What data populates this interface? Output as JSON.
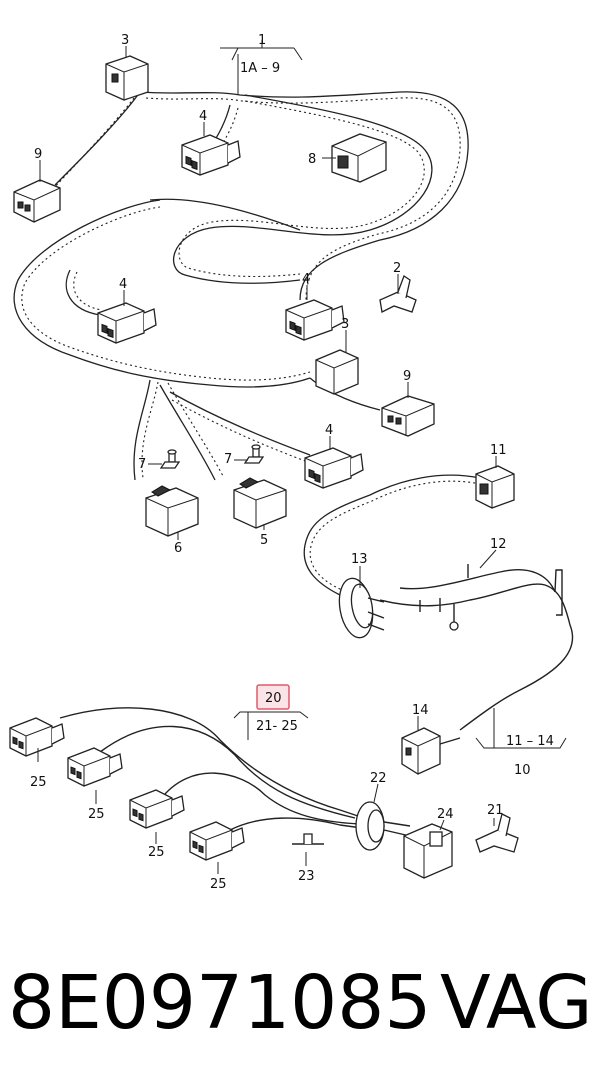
{
  "diagram": {
    "labels": {
      "l1": "1",
      "l1a9": "1A – 9",
      "l3a": "3",
      "l3b": "3",
      "l4a": "4",
      "l4b": "4",
      "l4c": "4",
      "l4d": "4",
      "l8": "8",
      "l9a": "9",
      "l9b": "9",
      "l2": "2",
      "l7a": "7",
      "l7b": "7",
      "l6": "6",
      "l5": "5",
      "l11": "11",
      "l12": "12",
      "l13": "13",
      "l14": "14",
      "l1114": "11 – 14",
      "l10": "10",
      "l20": "20",
      "l2125": "21- 25",
      "l25a": "25",
      "l25b": "25",
      "l25c": "25",
      "l25d": "25",
      "l22": "22",
      "l23": "23",
      "l24": "24",
      "l21": "21"
    },
    "highlight_color": "#e05a6a"
  },
  "footer": {
    "part_number": "8E0971085",
    "brand": "VAG"
  }
}
